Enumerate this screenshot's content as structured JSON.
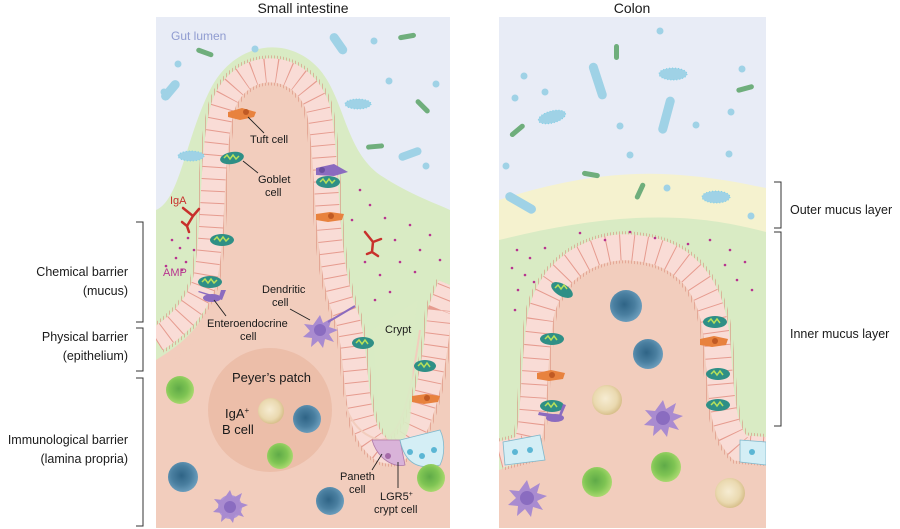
{
  "panels": {
    "small_intestine": {
      "title": "Small intestine",
      "lumen_label": "Gut lumen",
      "labels": {
        "tuft": "Tuft cell",
        "goblet_1": "Goblet",
        "goblet_2": "cell",
        "iga": "IgA",
        "amp": "AMP",
        "dendritic_1": "Dendritic",
        "dendritic_2": "cell",
        "entero_1": "Enteroendocrine",
        "entero_2": "cell",
        "crypt": "Crypt",
        "peyers": "Peyer’s patch",
        "igab_1": "IgA",
        "igab_sup": "+",
        "igab_2": "B cell",
        "paneth_1": "Paneth",
        "paneth_2": "cell",
        "lgr5_1": "LGR5",
        "lgr5_sup": "+",
        "lgr5_2": "crypt cell"
      }
    },
    "colon": {
      "title": "Colon"
    }
  },
  "left_brackets": [
    {
      "line1": "Chemical barrier",
      "line2": "(mucus)"
    },
    {
      "line1": "Physical barrier",
      "line2": "(epithelium)"
    },
    {
      "line1": "Immunological barrier",
      "line2": "(lamina propria)"
    }
  ],
  "right_brackets": [
    {
      "label": "Outer mucus layer"
    },
    {
      "label": "Inner mucus layer"
    }
  ],
  "colors": {
    "lumen": "#e8ecf6",
    "mucus_inner": "#d9ebc4",
    "mucus_outer": "#f5f2cf",
    "lamina": "#f2cdbd",
    "epithelium": "#f9dcd6",
    "epi_border": "#d9705f",
    "goblet": "#2f8f86",
    "tuft": "#e8823e",
    "enteroendocrine": "#8b6bbf",
    "dendritic": "#a98bd0",
    "b_cell_blue": "#4a7fa0",
    "t_cell_green": "#7cc14f",
    "plasma_beige": "#ead9b0",
    "iga": "#c8302c",
    "amp": "#b8348f",
    "bacteria_blue": "#9fd2e6",
    "bacteria_green": "#6fae7c",
    "paneth": "#d9b3d9",
    "lgr5": "#d4eef5",
    "lumen_text": "#8f9bd0"
  }
}
